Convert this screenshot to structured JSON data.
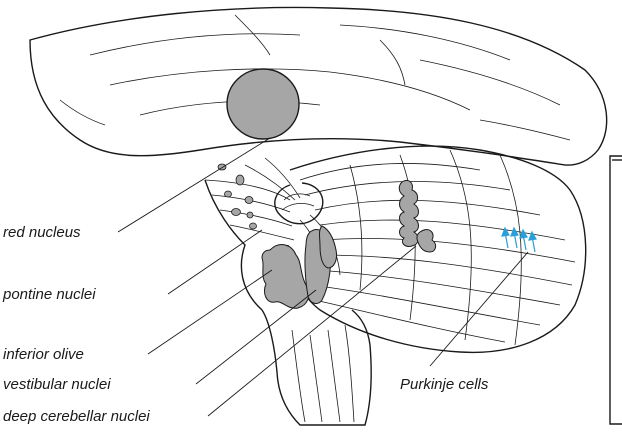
{
  "labels": {
    "red_nucleus": "red nucleus",
    "pontine_nuclei": "pontine nuclei",
    "inferior_olive": "inferior olive",
    "vestibular_nuclei": "vestibular nuclei",
    "deep_cerebellar_nuclei": "deep cerebellar  nuclei",
    "purkinje_cells": "Purkinje cells"
  },
  "colors": {
    "nucleus_fill": "#a6a6a6",
    "outline": "#1a1a1a",
    "purkinje_arrows": "#2a9fd8",
    "background": "#ffffff"
  }
}
